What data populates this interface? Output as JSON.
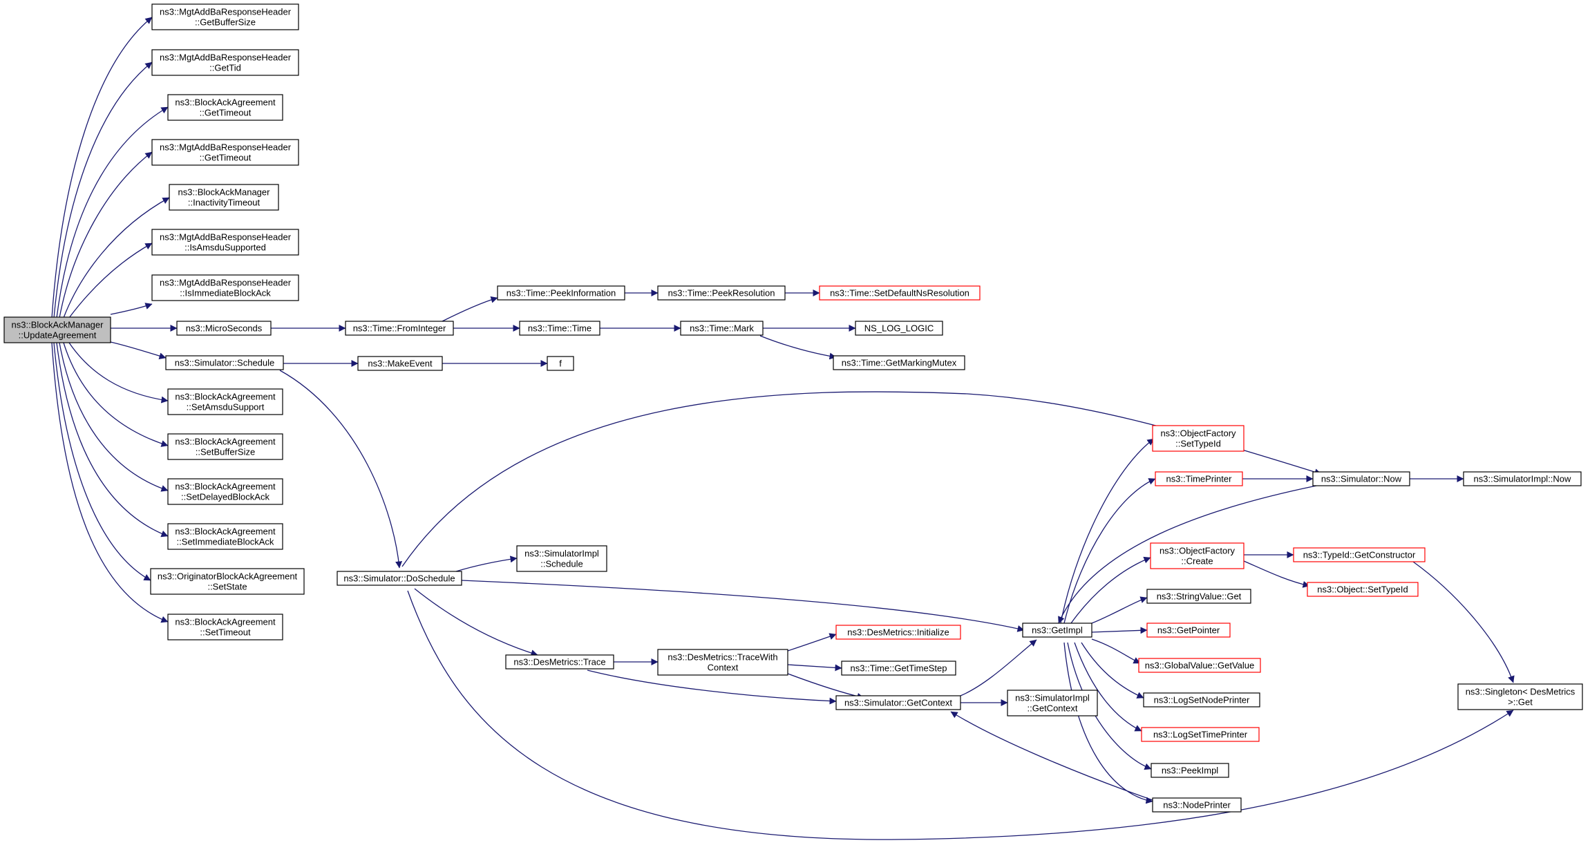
{
  "colors": {
    "edge": "#191970",
    "root_fill": "#bfbfbf",
    "node_border": "#000000",
    "truncated_border": "#ff0000"
  },
  "nodes": {
    "root": [
      "ns3::BlockAckManager",
      "::UpdateAgreement"
    ],
    "getBufferSize": [
      "ns3::MgtAddBaResponseHeader",
      "::GetBufferSize"
    ],
    "getTid": [
      "ns3::MgtAddBaResponseHeader",
      "::GetTid"
    ],
    "bagGetTimeout": [
      "ns3::BlockAckAgreement",
      "::GetTimeout"
    ],
    "mgtGetTimeout": [
      "ns3::MgtAddBaResponseHeader",
      "::GetTimeout"
    ],
    "inactivityTimeout": [
      "ns3::BlockAckManager",
      "::InactivityTimeout"
    ],
    "isAmsduSupported": [
      "ns3::MgtAddBaResponseHeader",
      "::IsAmsduSupported"
    ],
    "isImmediateBlockAck": [
      "ns3::MgtAddBaResponseHeader",
      "::IsImmediateBlockAck"
    ],
    "microSeconds": [
      "ns3::MicroSeconds"
    ],
    "simSchedule": [
      "ns3::Simulator::Schedule"
    ],
    "setAmsduSupport": [
      "ns3::BlockAckAgreement",
      "::SetAmsduSupport"
    ],
    "setBufferSize": [
      "ns3::BlockAckAgreement",
      "::SetBufferSize"
    ],
    "setDelayedBlockAck": [
      "ns3::BlockAckAgreement",
      "::SetDelayedBlockAck"
    ],
    "setImmediateBlockAck": [
      "ns3::BlockAckAgreement",
      "::SetImmediateBlockAck"
    ],
    "setState": [
      "ns3::OriginatorBlockAckAgreement",
      "::SetState"
    ],
    "setTimeout": [
      "ns3::BlockAckAgreement",
      "::SetTimeout"
    ],
    "fromInteger": [
      "ns3::Time::FromInteger"
    ],
    "peekInformation": [
      "ns3::Time::PeekInformation"
    ],
    "peekResolution": [
      "ns3::Time::PeekResolution"
    ],
    "setDefaultNsResolution": [
      "ns3::Time::SetDefaultNsResolution"
    ],
    "timeTime": [
      "ns3::Time::Time"
    ],
    "timeMark": [
      "ns3::Time::Mark"
    ],
    "nsLogLogic": [
      "NS_LOG_LOGIC"
    ],
    "getMarkingMutex": [
      "ns3::Time::GetMarkingMutex"
    ],
    "makeEvent": [
      "ns3::MakeEvent"
    ],
    "f": [
      "f"
    ],
    "doSchedule": [
      "ns3::Simulator::DoSchedule"
    ],
    "implSchedule": [
      "ns3::SimulatorImpl",
      "::Schedule"
    ],
    "dmTrace": [
      "ns3::DesMetrics::Trace"
    ],
    "dmTraceWithContext": [
      "ns3::DesMetrics::TraceWith",
      "Context"
    ],
    "dmInitialize": [
      "ns3::DesMetrics::Initialize"
    ],
    "getTimeStep": [
      "ns3::Time::GetTimeStep"
    ],
    "simGetContext": [
      "ns3::Simulator::GetContext"
    ],
    "implGetContext": [
      "ns3::SimulatorImpl",
      "::GetContext"
    ],
    "getImpl": [
      "ns3::GetImpl"
    ],
    "ofSetTypeId": [
      "ns3::ObjectFactory",
      "::SetTypeId"
    ],
    "timePrinter": [
      "ns3::TimePrinter"
    ],
    "simNow": [
      "ns3::Simulator::Now"
    ],
    "implNow": [
      "ns3::SimulatorImpl::Now"
    ],
    "ofCreate": [
      "ns3::ObjectFactory",
      "::Create"
    ],
    "getConstructor": [
      "ns3::TypeId::GetConstructor"
    ],
    "objSetTypeId": [
      "ns3::Object::SetTypeId"
    ],
    "stringValueGet": [
      "ns3::StringValue::Get"
    ],
    "getPointer": [
      "ns3::GetPointer"
    ],
    "globalValueGetValue": [
      "ns3::GlobalValue::GetValue"
    ],
    "logSetNodePrinter": [
      "ns3::LogSetNodePrinter"
    ],
    "logSetTimePrinter": [
      "ns3::LogSetTimePrinter"
    ],
    "peekImpl": [
      "ns3::PeekImpl"
    ],
    "nodePrinter": [
      "ns3::NodePrinter"
    ],
    "singletonGet": [
      "ns3::Singleton< DesMetrics",
      " >::Get"
    ]
  }
}
